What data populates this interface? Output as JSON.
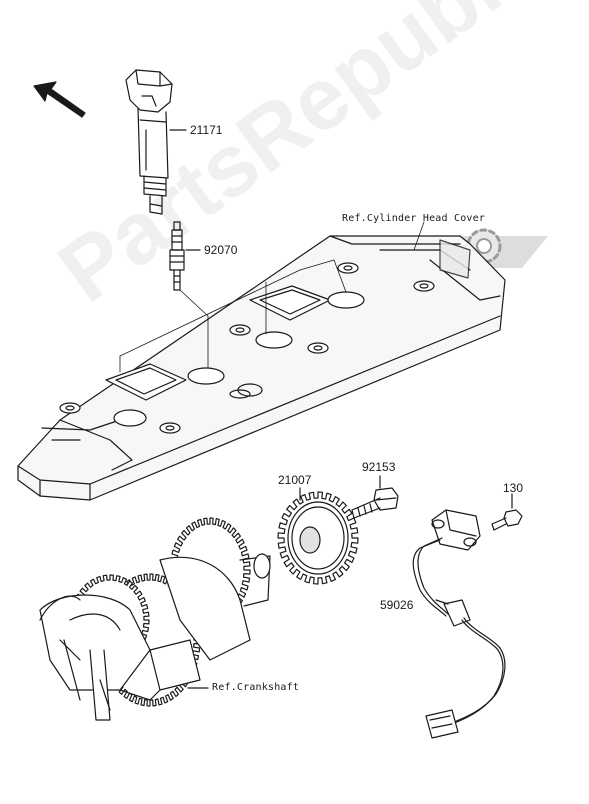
{
  "labels": {
    "p21171": "21171",
    "p92070": "92070",
    "p21007": "21007",
    "p92153": "92153",
    "p130": "130",
    "p59026": "59026"
  },
  "references": {
    "head_cover": "Ref.Cylinder Head Cover",
    "crankshaft": "Ref.Crankshaft"
  },
  "watermark": "PartsRepublik",
  "icons": [
    "direction-arrow-icon",
    "gear-icon"
  ],
  "colors": {
    "line": "#1a1a1a",
    "shade": "#d8d8d8",
    "watermark": "#e6e6e6"
  }
}
